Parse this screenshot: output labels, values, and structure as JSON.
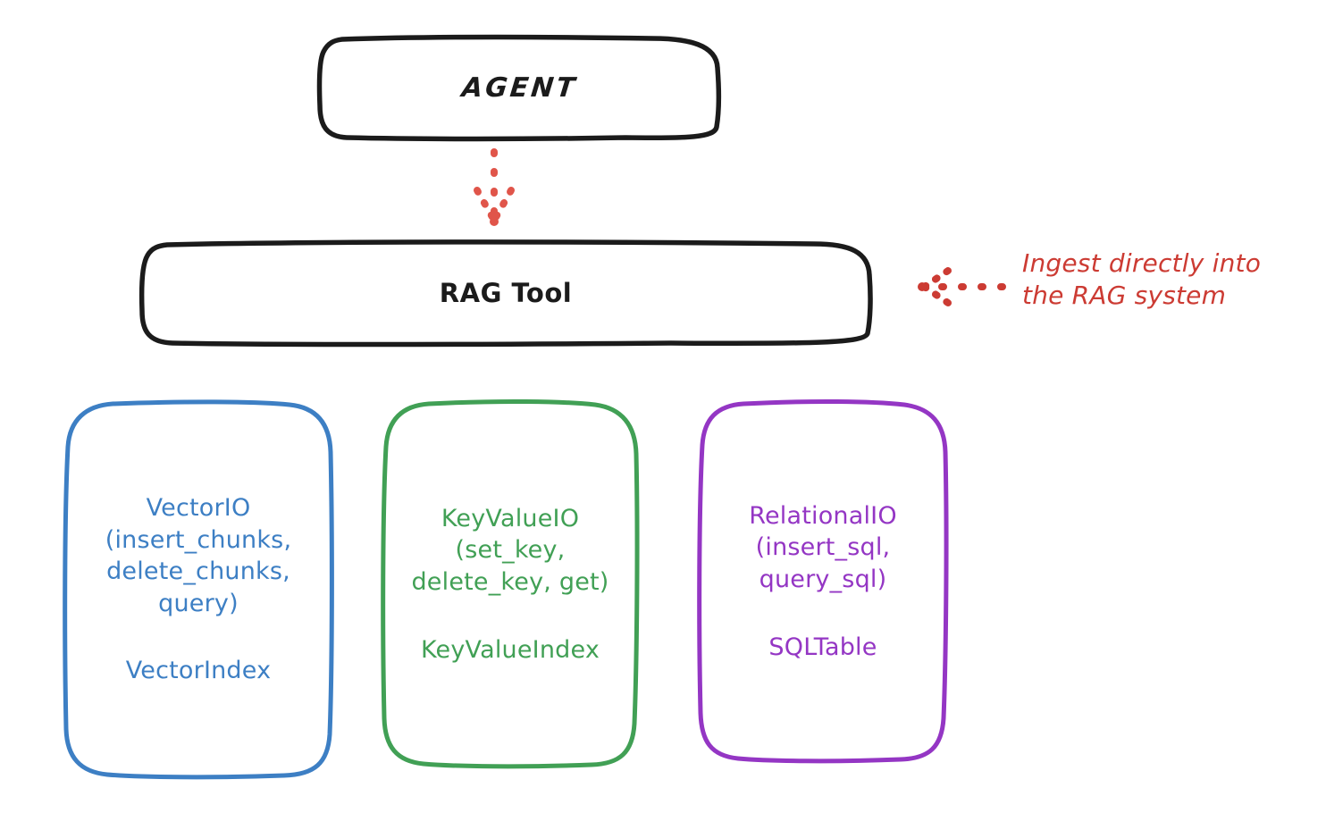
{
  "diagram": {
    "title_node": {
      "label": "AGENT",
      "stroke": "#1b1b1b"
    },
    "tool_node": {
      "label": "RAG Tool",
      "stroke": "#1b1b1b"
    },
    "annotation": {
      "text": "Ingest directly into\nthe RAG system",
      "color": "#cc3b33",
      "arrow_icon": "dotted-left-arrow-icon"
    },
    "flow_arrow": {
      "icon": "dotted-down-arrow-icon",
      "color": "#e0554a",
      "from": "AGENT",
      "to": "RAG Tool"
    },
    "providers": [
      {
        "id": "vectorio",
        "api_text": "VectorIO\n(insert_chunks,\ndelete_chunks,\nquery)",
        "index_text": "VectorIndex",
        "color": "#3d7fc4"
      },
      {
        "id": "keyvalueio",
        "api_text": "KeyValueIO\n(set_key,\ndelete_key, get)",
        "index_text": "KeyValueIndex",
        "color": "#41a055"
      },
      {
        "id": "relationalio",
        "api_text": "RelationalIO\n(insert_sql,\nquery_sql)",
        "index_text": "SQLTable",
        "color": "#9436c4"
      }
    ]
  }
}
